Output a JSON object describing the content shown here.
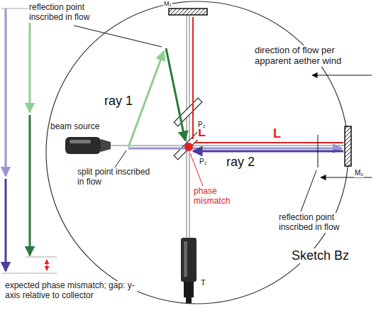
{
  "diagram": {
    "labels": [
      "reflection point inscribed in flow",
      "M₁",
      "L",
      "ray 1",
      "direction of flow per apparent aether wind",
      "P₂",
      "L",
      "beam source",
      "ray 2",
      "M₂",
      "P₁",
      "split point inscribed in flow",
      "phase mismatch",
      "reflection point inscribed in flow",
      "T",
      "expected phase mismatch; gap: y-axis relative to collector",
      "Sketch Bz"
    ]
  }
}
